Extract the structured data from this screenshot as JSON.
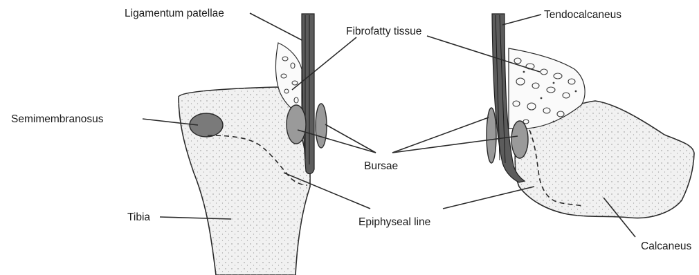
{
  "labels": {
    "ligamentum_patellae": "Ligamentum patellae",
    "fibrofatty_tissue": "Fibrofatty tissue",
    "tendocalcaneus": "Tendocalcaneus",
    "semimembranosus": "Semimembranosus",
    "bursae": "Bursae",
    "tibia": "Tibia",
    "epiphyseal_line": "Epiphyseal line",
    "calcaneus": "Calcaneus"
  }
}
